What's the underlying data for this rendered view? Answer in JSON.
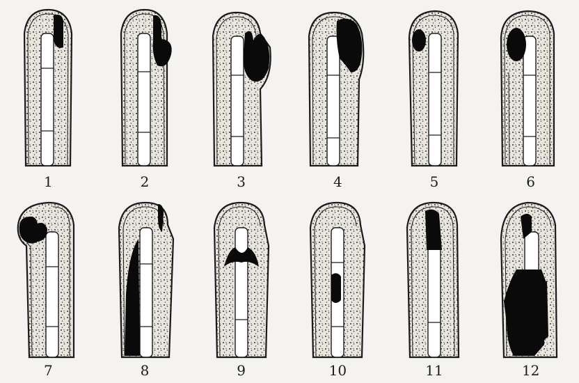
{
  "figures": [
    {
      "label": "1"
    },
    {
      "label": "2"
    },
    {
      "label": "3"
    },
    {
      "label": "4"
    },
    {
      "label": "5"
    },
    {
      "label": "6"
    },
    {
      "label": "7"
    },
    {
      "label": "8"
    },
    {
      "label": "9"
    },
    {
      "label": "10"
    },
    {
      "label": "11"
    },
    {
      "label": "12"
    }
  ],
  "colors": {
    "ink": "#1b1b1b",
    "tissue": "#e9e6df",
    "bone": "#ffffff",
    "lesion": "#0a0a0a",
    "background": "#f4f3f1"
  }
}
